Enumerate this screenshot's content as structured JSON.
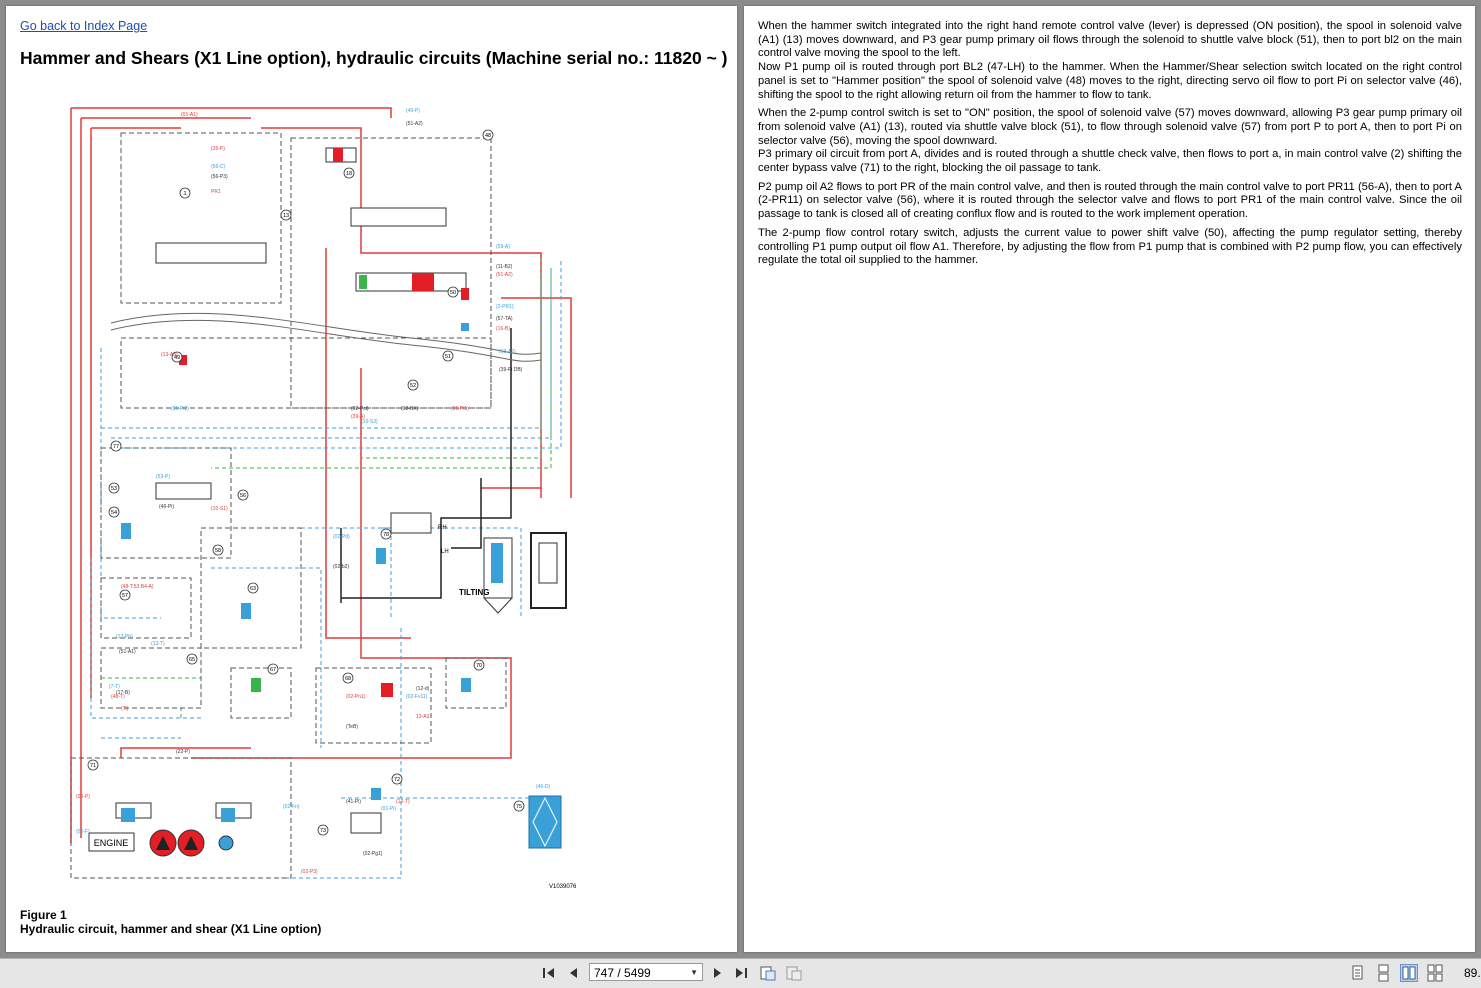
{
  "left_page": {
    "back_link": "Go back to Index Page",
    "title": "Hammer and Shears (X1 Line option), hydraulic circuits (Machine serial no.: 11820 ~ )",
    "figure_label": "Figure 1",
    "figure_caption": "Hydraulic circuit, hammer and shear (X1 Line option)",
    "diagram": {
      "code": "V1039076",
      "engine_label": "ENGINE",
      "tilting_label": "TILTING",
      "rh_label": "RH",
      "lh_label": "LH",
      "callouts": [
        "1",
        "13",
        "18",
        "48",
        "49",
        "50",
        "51",
        "52",
        "53",
        "54",
        "56",
        "57",
        "58",
        "63",
        "65",
        "67",
        "68",
        "70",
        "71",
        "72",
        "73",
        "75",
        "77",
        "78"
      ],
      "port_labels": [
        "(01-A1)",
        "(40-P)",
        "(51-A2)",
        "(35-P)",
        "(56-C)",
        "(56-P3)",
        "PR1",
        "(59-A)",
        "(11-B2)",
        "(51-A2)",
        "(2-PR1)",
        "(57-TA)",
        "(16-B)",
        "(13-A2)",
        "(39-Pi DB)",
        "(13-A3)",
        "(01-Pi2)",
        "(02-Pcl)",
        "(39-A)",
        "(10-S3)",
        "(18-BX)",
        "(01-Pi1)",
        "(53-P)",
        "(46-Pi)",
        "(10-S1)",
        "(02-Pd)",
        "(02-b2)",
        "(48-T:53:B4-A)",
        "(12-Pb)",
        "(51-A1)",
        "(02-Pn1)",
        "(02-Fv11)",
        "(12-d)",
        "13-A3",
        "(46-D)",
        "(22-P)",
        "(00-P)",
        "(02-Fn)",
        "(41-Pi)",
        "(12-T)",
        "(01-Pi)",
        "(02-Pg1)",
        "(02-P3)",
        "(00-F)",
        "(TeB)",
        "(Ti)",
        "(13-T)",
        "(17-B)",
        "(48-T)",
        "(7-T)"
      ]
    }
  },
  "right_page": {
    "paragraphs": [
      "When the hammer switch integrated into the right hand remote control valve (lever) is depressed (ON position), the spool in solenoid valve (A1) (13) moves downward, and P3 gear pump primary oil flows through the solenoid to shuttle valve block (51), then to port bl2 on the main control valve moving the spool to the left.\nNow P1 pump oil is routed through port BL2 (47-LH) to the hammer. When the Hammer/Shear selection switch located on the right control panel is set to \"Hammer position\" the spool of solenoid valve (48) moves to the right, directing servo oil flow to port Pi on selector valve (46), shifting the spool to the right allowing return oil from the hammer to flow to tank.",
      "When the 2-pump control switch is set to \"ON\" position, the spool of solenoid valve (57) moves downward, allowing P3 gear pump primary oil from solenoid valve (A1) (13), routed via shuttle valve block (51), to flow through solenoid valve (57) from port P to port A, then to port Pi on selector valve (56), moving the spool downward.\nP3 primary oil circuit from port A, divides and is routed through a shuttle check valve, then flows to port a, in main control valve (2) shifting the center bypass valve (71) to the right, blocking the oil passage to tank.",
      "P2 pump oil A2 flows to port PR of the main control valve, and then is routed through the main control valve to port PR11 (56-A), then to port A (2-PR11) on selector valve (56), where it is routed through the selector valve and flows to port PR1 of the main control valve. Since the oil passage to tank is closed all of creating conflux flow and is routed to the work implement operation.",
      "The 2-pump flow control rotary switch, adjusts the current value to power shift valve (50), affecting the pump regulator setting, thereby controlling P1 pump output oil flow A1. Therefore, by adjusting the flow from P1 pump that is combined with P2 pump flow, you can effectively regulate the total oil supplied to the hammer."
    ]
  },
  "toolbar": {
    "page_indicator": "747 / 5499",
    "zoom": "89.",
    "icons": [
      "first-page-icon",
      "prev-page-icon",
      "next-page-icon",
      "last-page-icon",
      "fit-page-icon",
      "fit-width-icon",
      "single-page-icon",
      "continuous-page-icon",
      "two-page-icon",
      "two-page-continuous-icon"
    ]
  },
  "colors": {
    "pressure_red": "#e23b3b",
    "pilot_blue": "#3aa0d8",
    "drain_green": "#3ab54a",
    "link_blue": "#1a4fb5"
  }
}
